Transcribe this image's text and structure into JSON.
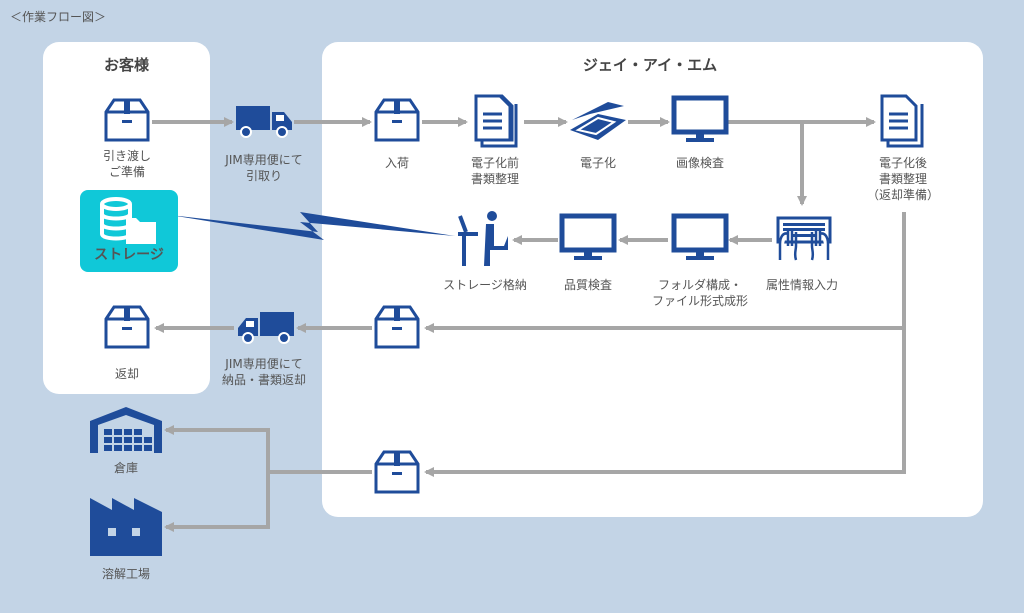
{
  "header": "＜作業フロー図＞",
  "colors": {
    "background": "#c3d4e6",
    "panel": "#ffffff",
    "icon_blue": "#1f4c9a",
    "arrow_gray": "#a6a6a6",
    "storage_teal": "#10c8d8"
  },
  "customer": {
    "title": "お客様",
    "steps": {
      "handover": {
        "icon": "box-icon",
        "line1": "引き渡し",
        "line2": "ご準備"
      },
      "storage": {
        "icon": "database-folder-icon",
        "label": "ストレージ"
      },
      "return": {
        "icon": "box-icon",
        "label": "返却"
      }
    }
  },
  "transport": {
    "pickup": {
      "icon": "truck-icon",
      "line1": "JIM専用便にて",
      "line2": "引取り"
    },
    "delivery": {
      "icon": "truck-icon",
      "line1": "JIM専用便にて",
      "line2": "納品・書類返却"
    }
  },
  "jim": {
    "title": "ジェイ・アイ・エム",
    "steps": {
      "receiving": {
        "icon": "box-icon",
        "label": "入荷"
      },
      "pre_sort": {
        "icon": "document-icon",
        "line1": "電子化前",
        "line2": "書類整理"
      },
      "digitize": {
        "icon": "scanner-icon",
        "label": "電子化"
      },
      "image_check": {
        "icon": "monitor-icon",
        "label": "画像検査"
      },
      "post_sort": {
        "icon": "document-icon",
        "line1": "電子化後",
        "line2": "書類整理",
        "line3": "（返却準備）"
      },
      "attribute_input": {
        "icon": "keyboard-icon",
        "label": "属性情報入力"
      },
      "folder_format": {
        "icon": "monitor-icon",
        "line1": "フォルダ構成・",
        "line2": "ファイル形式成形"
      },
      "quality_check": {
        "icon": "monitor-icon",
        "label": "品質検査"
      },
      "storage_store": {
        "icon": "worker-icon",
        "label": "ストレージ格納"
      },
      "return_box": {
        "icon": "box-icon"
      },
      "disposal_box": {
        "icon": "box-icon"
      }
    }
  },
  "destinations": {
    "warehouse": {
      "icon": "warehouse-icon",
      "label": "倉庫"
    },
    "factory": {
      "icon": "factory-icon",
      "label": "溶解工場"
    }
  }
}
